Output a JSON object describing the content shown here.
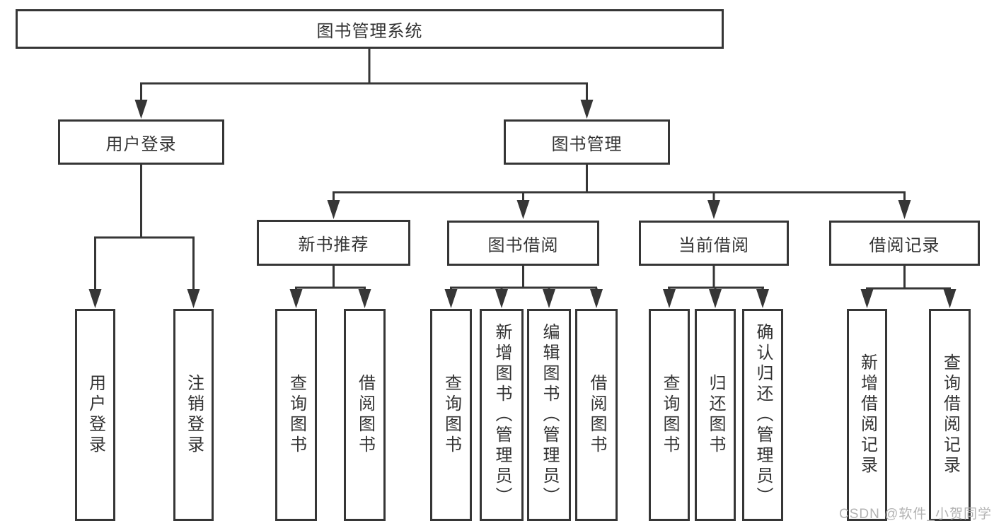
{
  "tree": {
    "root": "图书管理系统",
    "branches": [
      {
        "label": "用户登录",
        "children": [
          "用户登录",
          "注销登录"
        ]
      },
      {
        "label": "图书管理",
        "groups": [
          {
            "label": "新书推荐",
            "children": [
              "查询图书",
              "借阅图书"
            ]
          },
          {
            "label": "图书借阅",
            "children": [
              "查询图书",
              "新增图书（管理员）",
              "编辑图书（管理员）",
              "借阅图书"
            ]
          },
          {
            "label": "当前借阅",
            "children": [
              "查询图书",
              "归还图书",
              "确认归还（管理员）"
            ]
          },
          {
            "label": "借阅记录",
            "children": [
              "新增借阅记录",
              "查询借阅记录"
            ]
          }
        ]
      }
    ]
  },
  "watermark": {
    "text": "CSDN @软件_小贺同学"
  },
  "colors": {
    "line": "#363636",
    "text": "#333333",
    "watermark": "#b3b3b3"
  }
}
